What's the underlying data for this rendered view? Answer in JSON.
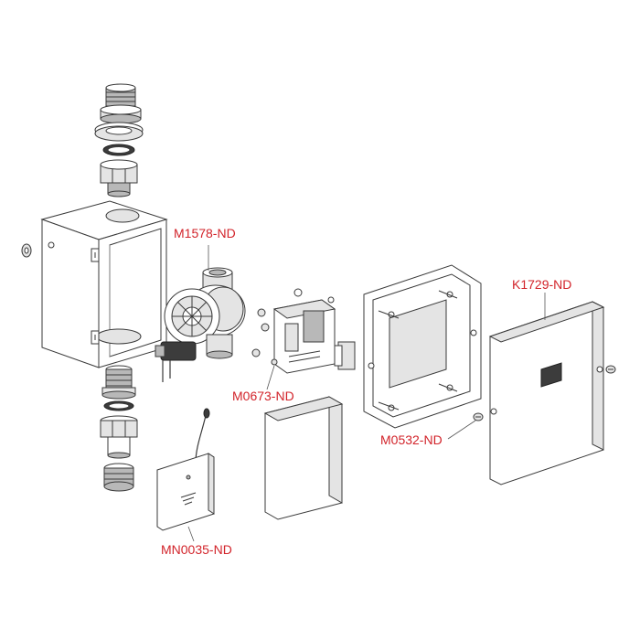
{
  "callouts": {
    "valve": "M1578-ND",
    "control_unit": "M0673-ND",
    "cover_plate": "K1729-ND",
    "screws": "M0532-ND",
    "power_supply": "MN0035-ND"
  }
}
